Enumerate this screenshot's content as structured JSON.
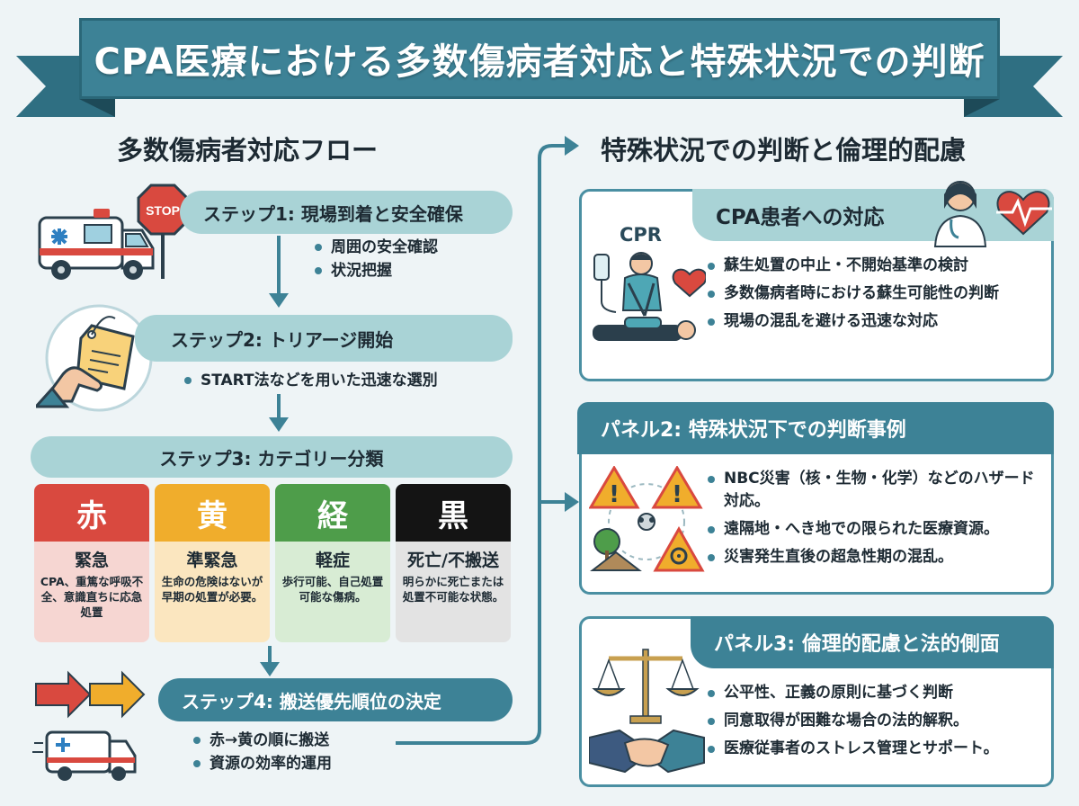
{
  "title": "CPA医療における多数傷病者対応と特殊状況での判断",
  "left": {
    "heading": "多数傷病者対応フロー",
    "step1": {
      "label": "ステップ1: 現場到着と安全確保",
      "bullets": [
        "周囲の安全確認",
        "状況把握"
      ],
      "sign": "STOP"
    },
    "step2": {
      "label": "ステップ2: トリアージ開始",
      "bullets": [
        "START法などを用いた迅速な選別"
      ]
    },
    "step3": {
      "label": "ステップ3: カテゴリー分類",
      "categories": [
        {
          "color_word": "赤",
          "title": "緊急",
          "desc": "CPA、重篤な呼吸不全、意識直ちに応急処置",
          "color": "#d9493f"
        },
        {
          "color_word": "黄",
          "title": "準緊急",
          "desc": "生命の危険はないが早期の処置が必要。",
          "color": "#f0ad2c"
        },
        {
          "color_word": "経",
          "title": "軽症",
          "desc": "歩行可能、自己処置可能な傷病。",
          "color": "#4e9d4a"
        },
        {
          "color_word": "黒",
          "title": "死亡/不搬送",
          "desc": "明らかに死亡または処置不可能な状態。",
          "color": "#141414"
        }
      ]
    },
    "step4": {
      "label": "ステップ4: 搬送優先順位の決定",
      "bullets": [
        "赤→黄の順に搬送",
        "資源の効率的運用"
      ]
    }
  },
  "right": {
    "heading": "特殊状況での判断と倫理的配慮",
    "panel1": {
      "title": "CPA患者への対応",
      "icon_label": "CPR",
      "bullets": [
        "蘇生処置の中止・不開始基準の検討",
        "多数傷病者時における蘇生可能性の判断",
        "現場の混乱を避ける迅速な対応"
      ]
    },
    "panel2": {
      "title": "パネル2: 特殊状況下での判断事例",
      "bullets": [
        "NBC災害（核・生物・化学）などのハザード対応。",
        "遠隔地・へき地での限られた医療資源。",
        "災害発生直後の超急性期の混乱。"
      ]
    },
    "panel3": {
      "title": "パネル3: 倫理的配慮と法的側面",
      "bullets": [
        "公平性、正義の原則に基づく判断",
        "同意取得が困難な場合の法的解釈。",
        "医療従事者のストレス管理とサポート。"
      ]
    }
  },
  "colors": {
    "teal": "#3d8296",
    "light_teal": "#a9d3d6",
    "background": "#eef4f6"
  }
}
